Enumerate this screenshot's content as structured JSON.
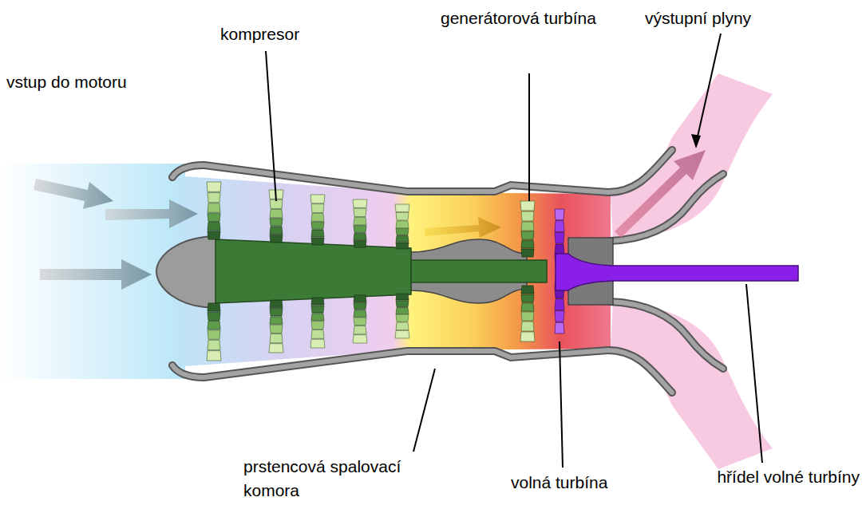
{
  "diagram": {
    "labels": [
      "vstup do motoru",
      "kompresor",
      "generátorová turbína",
      "výstupní plyny",
      "prstencová spalovací komora",
      "volná turbína",
      "hřídel volné turbíny"
    ]
  }
}
